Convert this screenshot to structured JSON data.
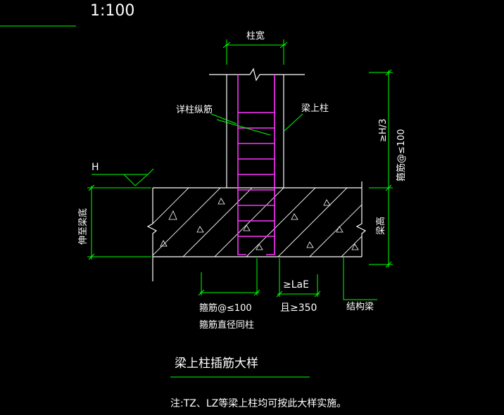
{
  "scale_label": "1:100",
  "labels": {
    "column_width": "柱宽",
    "detail_longitudinal": "详柱纵筋",
    "beam_column": "梁上柱",
    "h_over_3": "≥H/3",
    "stirrup_spacing_right": "箍筋@≤100",
    "h_mark": "H",
    "extend_to_beam_bottom": "伸至梁底",
    "beam_height": "梁高",
    "anchor_length": "≥LaE",
    "and_350": "且≥350",
    "structural_beam": "结构梁",
    "stirrup_spacing_bottom": "箍筋@≤100",
    "stirrup_diameter": "箍筋直径同柱"
  },
  "title": "梁上柱插筋大样",
  "note": "注:TZ、LZ等梁上柱均可按此大样实施。",
  "colors": {
    "background": "#000000",
    "structure": "#ffffff",
    "dimension": "#00ff00",
    "rebar": "#ff33ff",
    "text": "#ffffff"
  }
}
